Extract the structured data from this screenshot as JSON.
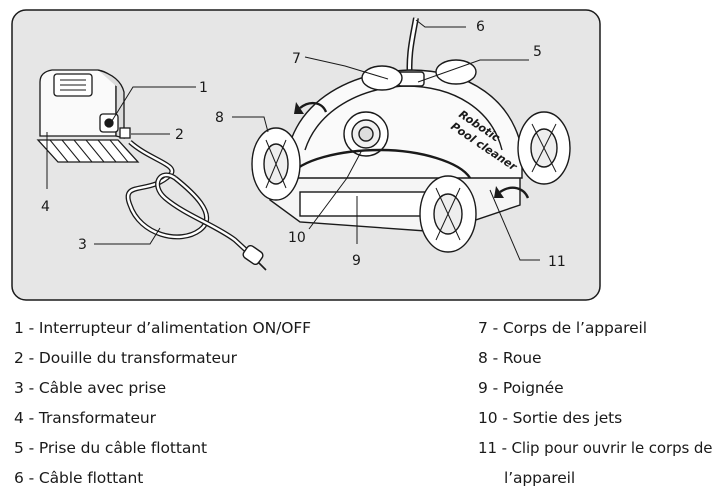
{
  "callouts": [
    "1",
    "2",
    "3",
    "4",
    "5",
    "6",
    "7",
    "8",
    "9",
    "10",
    "11"
  ],
  "device_label": {
    "line1": "Robotic",
    "line2": "Pool cleaner"
  },
  "legend": [
    {
      "num": "1",
      "text": "- Interrupteur d’alimentation ON/OFF"
    },
    {
      "num": "2",
      "text": "- Douille du transformateur"
    },
    {
      "num": "3",
      "text": "- Câble avec  prise"
    },
    {
      "num": "4",
      "text": "- Transformateur"
    },
    {
      "num": "5",
      "text": "- Prise du câble flottant"
    },
    {
      "num": "6",
      "text": "- Câble flottant"
    },
    {
      "num": "7",
      "text": "- Corps de l’appareil"
    },
    {
      "num": "8",
      "text": "- Roue"
    },
    {
      "num": "9",
      "text": "- Poignée"
    },
    {
      "num": "10",
      "text": "- Sortie des jets"
    },
    {
      "num": "11",
      "text": "- Clip pour ouvrir le corps de"
    },
    {
      "num": "",
      "text": "l’appareil"
    }
  ]
}
